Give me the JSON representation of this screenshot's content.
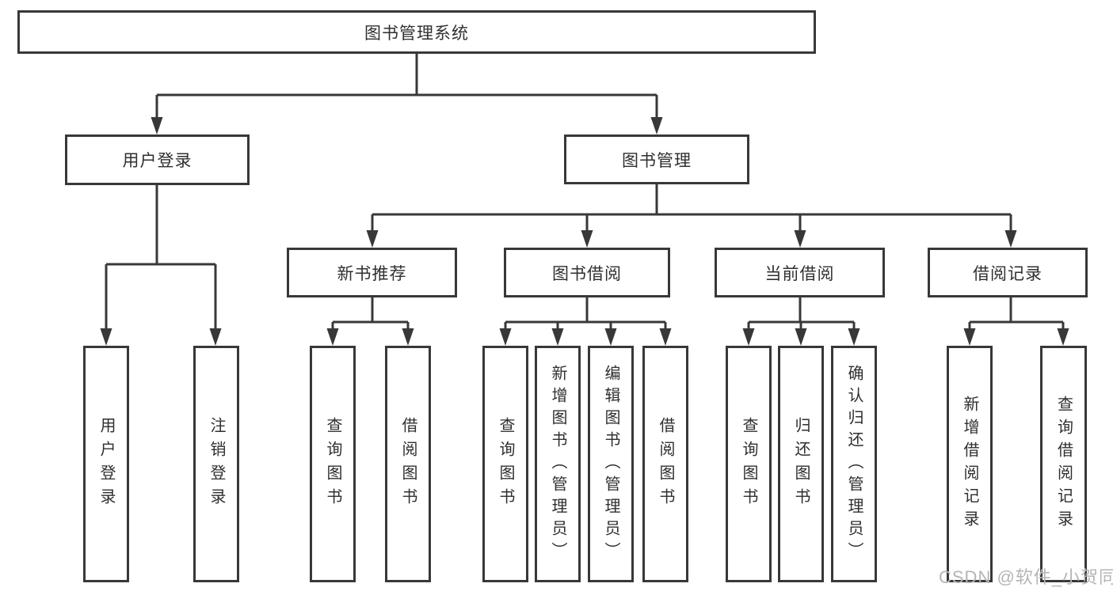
{
  "diagram": {
    "type": "org-tree",
    "root": {
      "label": "图书管理系统"
    },
    "level2": [
      {
        "id": "user-login",
        "label": "用户登录",
        "parent": "图书管理系统"
      },
      {
        "id": "book-management",
        "label": "图书管理",
        "parent": "图书管理系统"
      }
    ],
    "level3": [
      {
        "id": "new-book-recommend",
        "label": "新书推荐",
        "parent": "图书管理"
      },
      {
        "id": "book-borrowing",
        "label": "图书借阅",
        "parent": "图书管理"
      },
      {
        "id": "current-borrowing",
        "label": "当前借阅",
        "parent": "图书管理"
      },
      {
        "id": "borrowing-records",
        "label": "借阅记录",
        "parent": "图书管理"
      }
    ],
    "level4": [
      {
        "id": "user-login-leaf",
        "label": "用户登录",
        "parent": "用户登录"
      },
      {
        "id": "logout",
        "label": "注销登录",
        "parent": "用户登录"
      },
      {
        "id": "query-books-recommend",
        "label": "查询图书",
        "parent": "新书推荐"
      },
      {
        "id": "borrow-books-recommend",
        "label": "借阅图书",
        "parent": "新书推荐"
      },
      {
        "id": "query-books-borrowing",
        "label": "查询图书",
        "parent": "图书借阅"
      },
      {
        "id": "add-book-admin",
        "label": "新增图书（管理员）",
        "parent": "图书借阅"
      },
      {
        "id": "edit-book-admin",
        "label": "编辑图书（管理员）",
        "parent": "图书借阅"
      },
      {
        "id": "borrow-books-borrowing",
        "label": "借阅图书",
        "parent": "图书借阅"
      },
      {
        "id": "query-books-current",
        "label": "查询图书",
        "parent": "当前借阅"
      },
      {
        "id": "return-book",
        "label": "归还图书",
        "parent": "当前借阅"
      },
      {
        "id": "confirm-return-admin",
        "label": "确认归还（管理员）",
        "parent": "当前借阅"
      },
      {
        "id": "add-borrow-record",
        "label": "新增借阅记录",
        "parent": "借阅记录"
      },
      {
        "id": "query-borrow-record",
        "label": "查询借阅记录",
        "parent": "借阅记录"
      }
    ],
    "watermark": "CSDN @软件_小贺同学",
    "colors": {
      "line": "#383838",
      "text": "#2f2f2f",
      "watermark": "#b5b5b5",
      "background": "#ffffff"
    }
  }
}
